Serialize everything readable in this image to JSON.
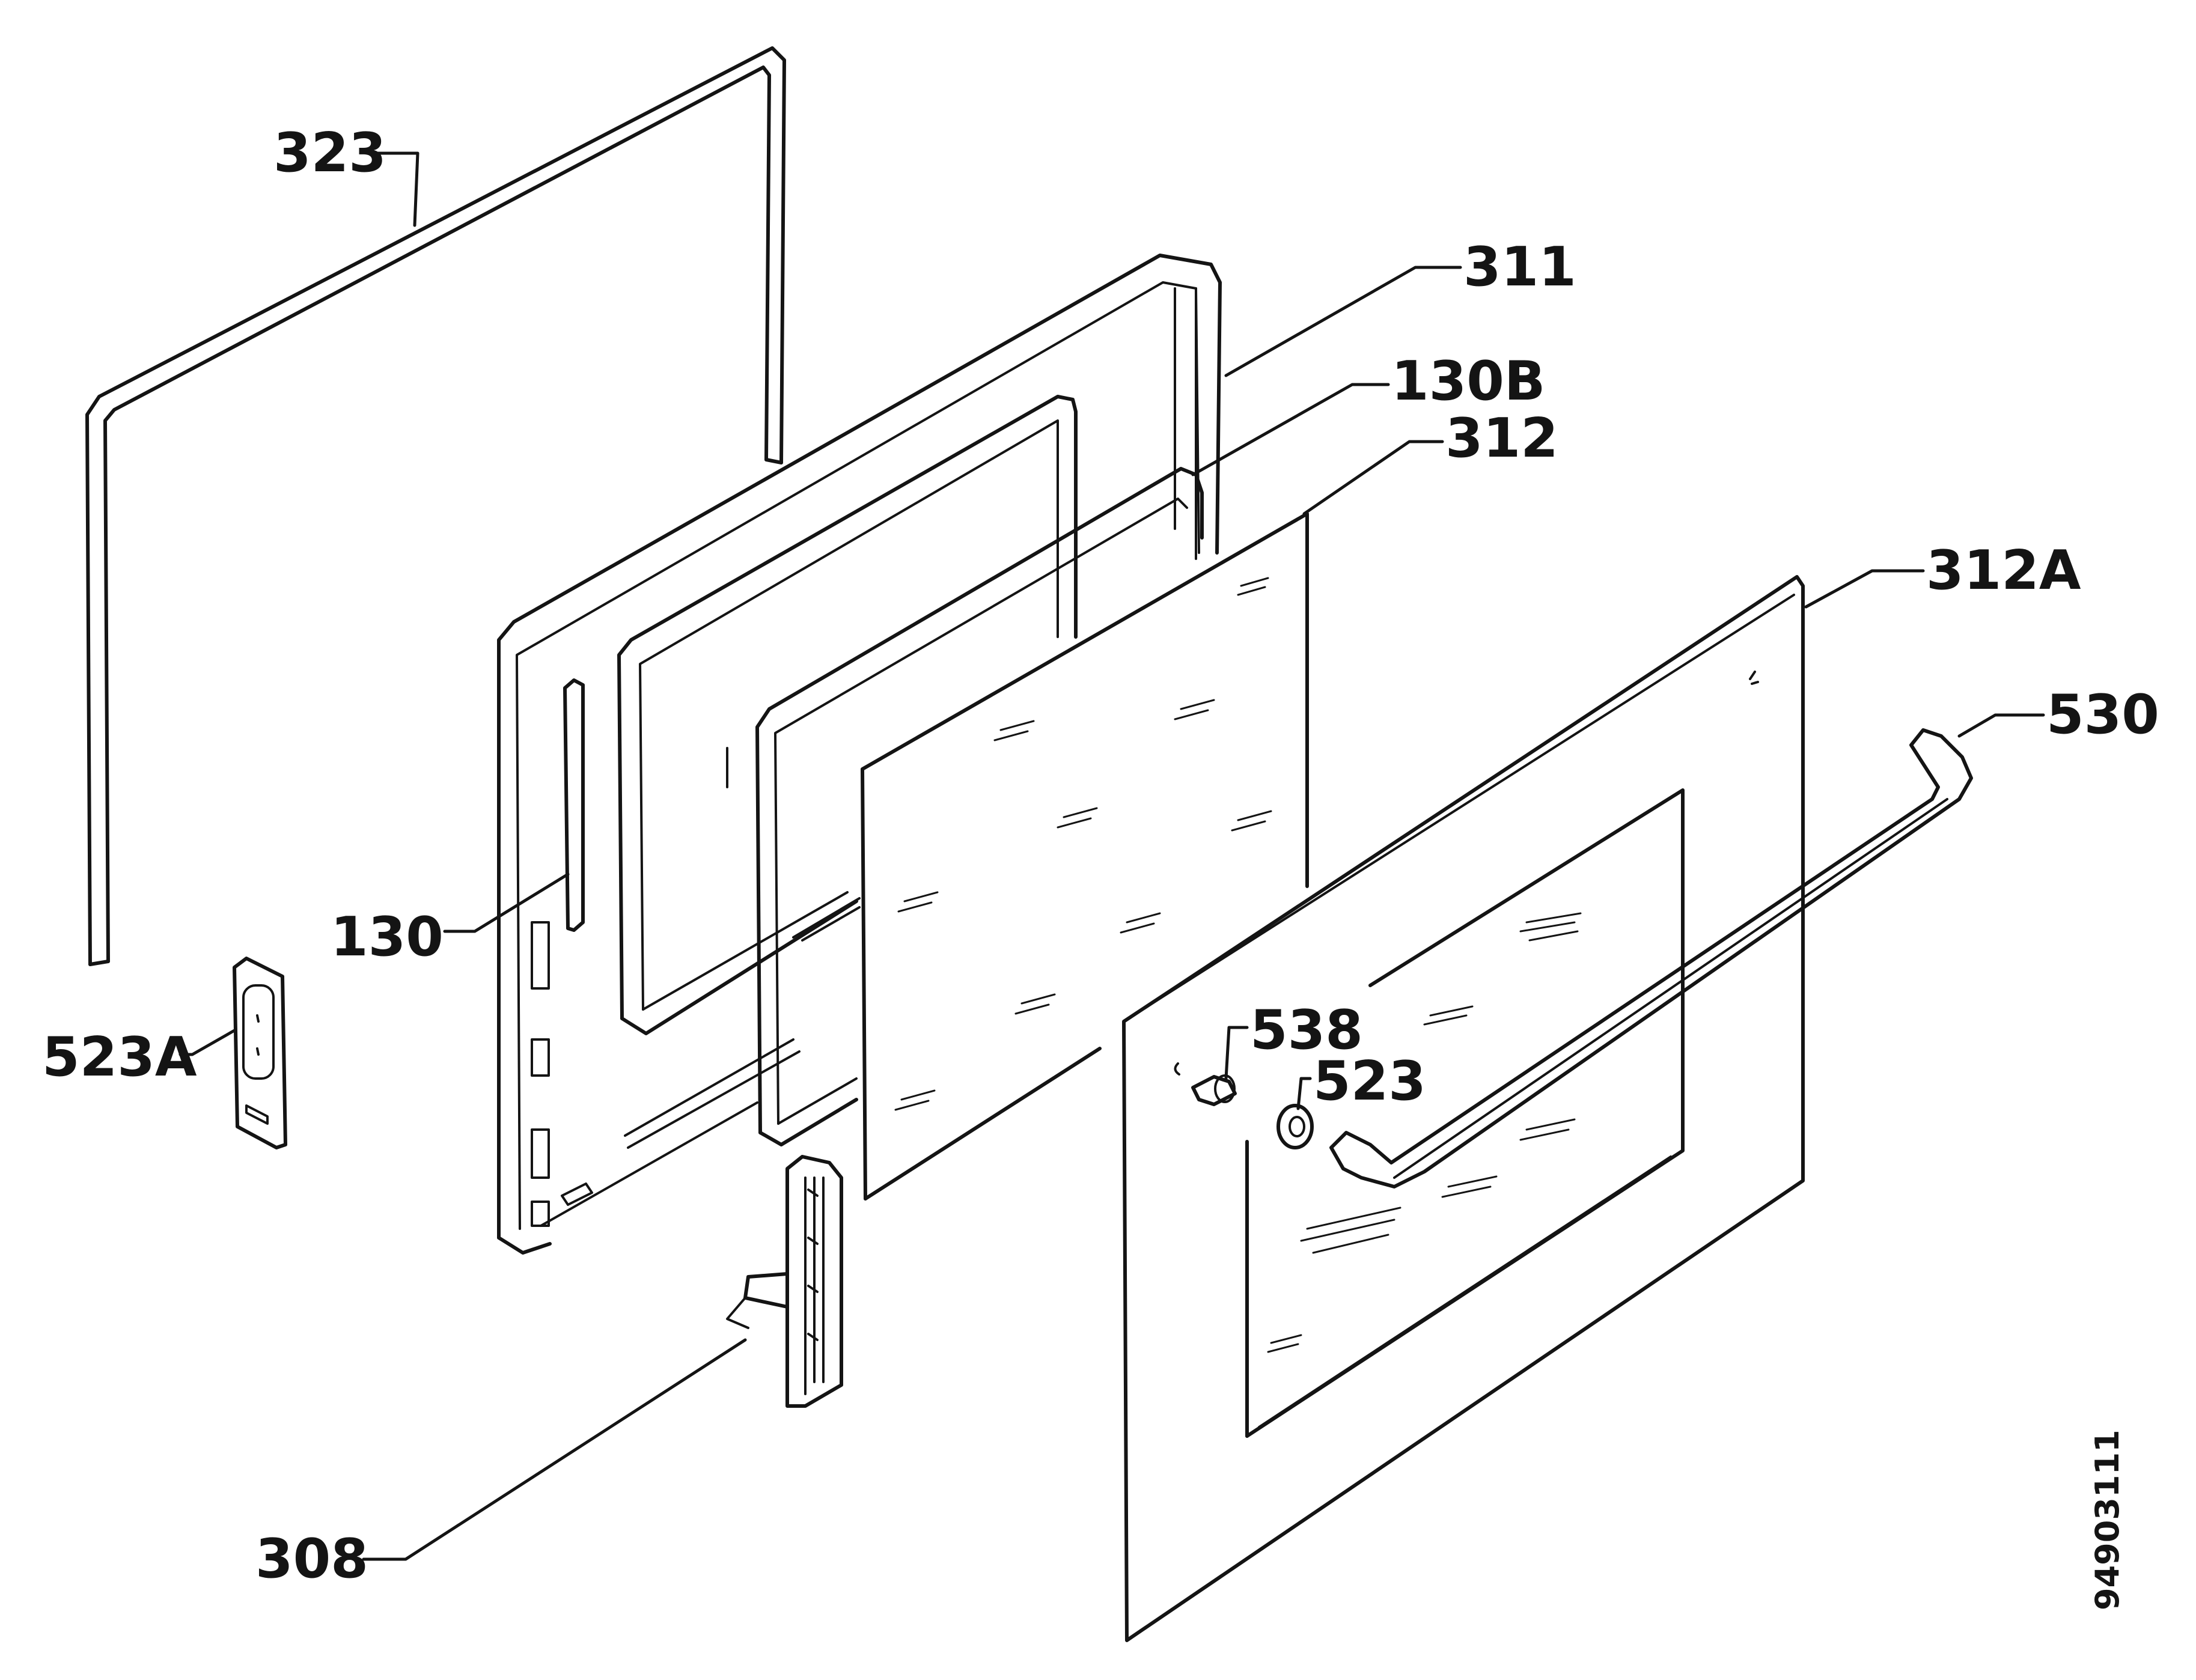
{
  "labels": {
    "p323": "323",
    "p311": "311",
    "p130B": "130B",
    "p312": "312",
    "p312A": "312A",
    "p530": "530",
    "p130": "130",
    "p523A": "523A",
    "p538": "538",
    "p523": "523",
    "p308": "308"
  },
  "document_id": "94903111",
  "colors": {
    "line": "#141414",
    "background": "#ffffff"
  }
}
